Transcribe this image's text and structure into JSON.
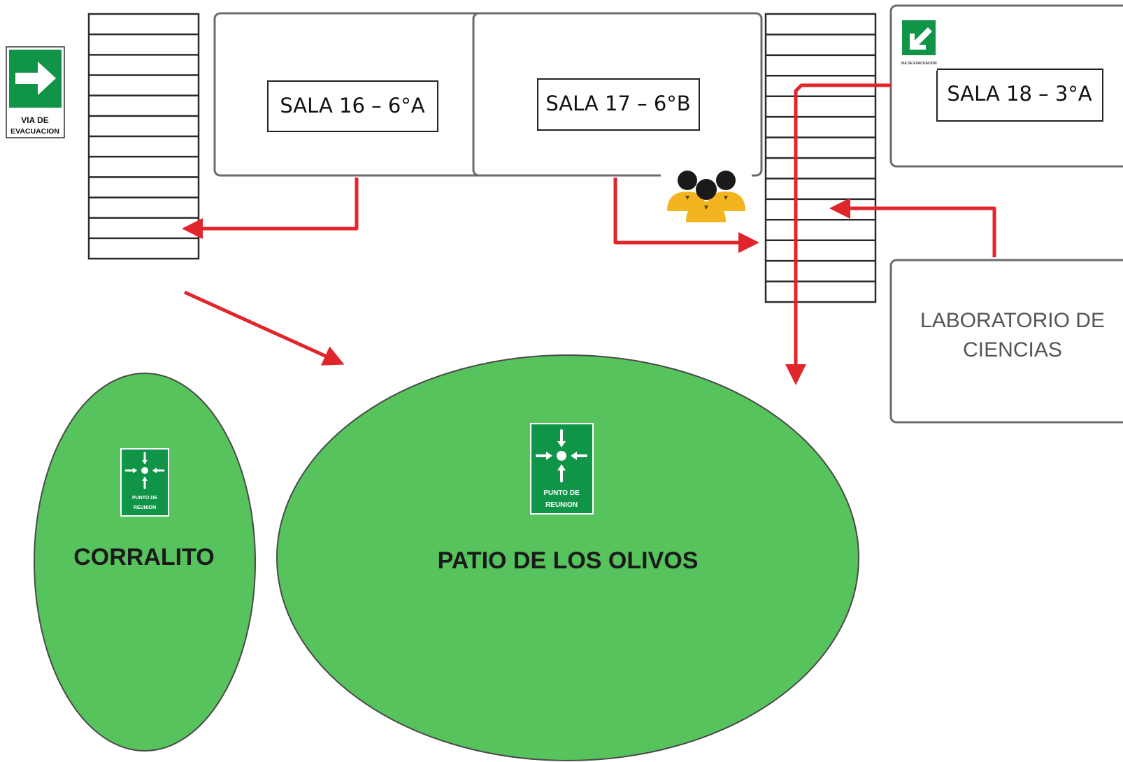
{
  "rooms": {
    "sala16": "SALA 16 – 6°A",
    "sala17": "SALA 17 – 6°B",
    "sala18": "SALA 18 – 3°A",
    "lab_line1": "LABORATORIO DE",
    "lab_line2": "CIENCIAS"
  },
  "areas": {
    "corralito": "CORRALITO",
    "patio": "PATIO DE LOS OLIVOS"
  },
  "signs": {
    "evac_line1": "VIA DE",
    "evac_line2": "EVACUACION",
    "evac_small": "VIA DE EVACUACION",
    "meeting_line1": "PUNTO DE",
    "meeting_line2": "REUNION"
  },
  "icons": {
    "evacuation_right": "arrow-right-icon",
    "evacuation_diagonal": "arrow-down-left-icon",
    "meeting_point": "meeting-point-icon",
    "group": "people-group-icon"
  },
  "colors": {
    "sign_green": "#109447",
    "area_green": "#56c35c",
    "route_red": "#e0252b",
    "person_yellow": "#f2b51f",
    "person_head": "#1a1a1a",
    "outline": "#6b6b6b"
  }
}
